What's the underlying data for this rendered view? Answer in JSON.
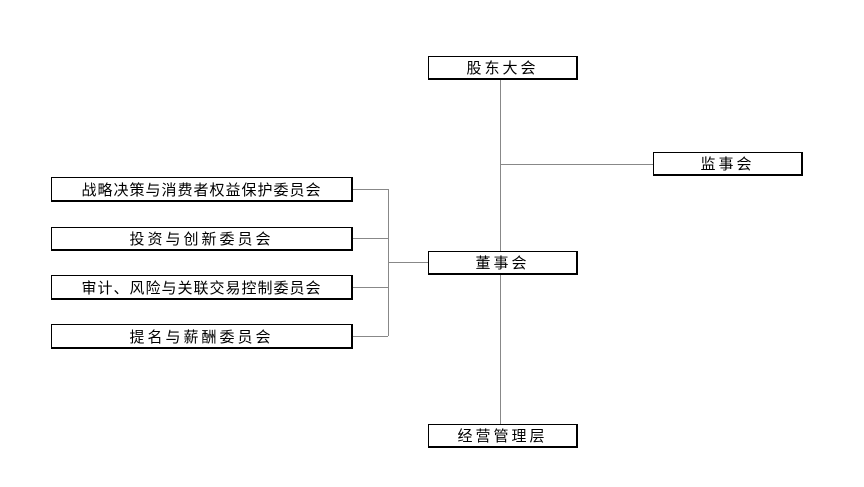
{
  "diagram": {
    "shareholders_meeting": "股东大会",
    "supervisory_board": "监事会",
    "board_of_directors": "董事会",
    "management": "经营管理层",
    "committees": [
      "战略决策与消费者权益保护委员会",
      "投资与创新委员会",
      "审计、风险与关联交易控制委员会",
      "提名与薪酬委员会"
    ]
  },
  "colors": {
    "line": "#888888",
    "border": "#000000",
    "text": "#000000"
  }
}
